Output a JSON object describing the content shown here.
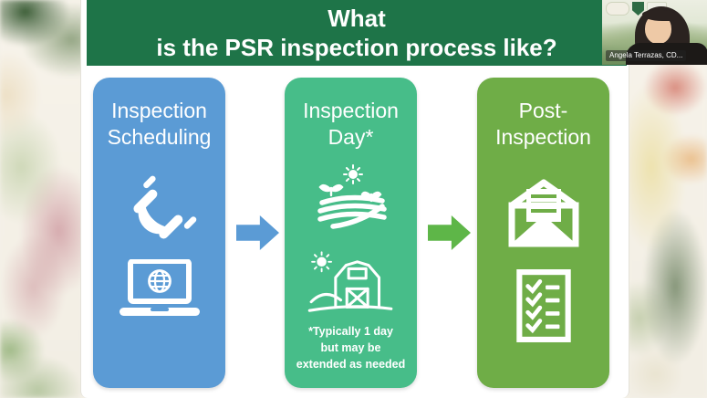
{
  "theme": {
    "title_bar": "#1e7448",
    "card1": "#5b9bd5",
    "card2": "#47bd89",
    "card3": "#6fad47",
    "arrow1": "#5b9bd5",
    "arrow2": "#5eb648",
    "slide_bg": "#ffffff"
  },
  "slide": {
    "title": "What\nis the PSR inspection process like?",
    "cards": [
      {
        "label": "Inspection\nScheduling",
        "color": "#5b9bd5",
        "icons": [
          "phone-icon",
          "laptop-globe-icon"
        ]
      },
      {
        "label": "Inspection\nDay*",
        "color": "#47bd89",
        "icons": [
          "field-sun-icon",
          "barn-sun-icon"
        ],
        "footnote": "*Typically 1 day\nbut may be\nextended as needed"
      },
      {
        "label": "Post-\nInspection",
        "color": "#6fad47",
        "icons": [
          "open-envelope-icon",
          "checklist-icon"
        ]
      }
    ],
    "arrows": [
      {
        "icon": "right-arrow",
        "color": "#5b9bd5"
      },
      {
        "icon": "right-arrow",
        "color": "#5eb648"
      }
    ]
  },
  "webcam": {
    "participant_name": "Angela Terrazas, CD...",
    "icons": [
      "cdfa-logo",
      "shield-logo",
      "org-logo"
    ]
  }
}
